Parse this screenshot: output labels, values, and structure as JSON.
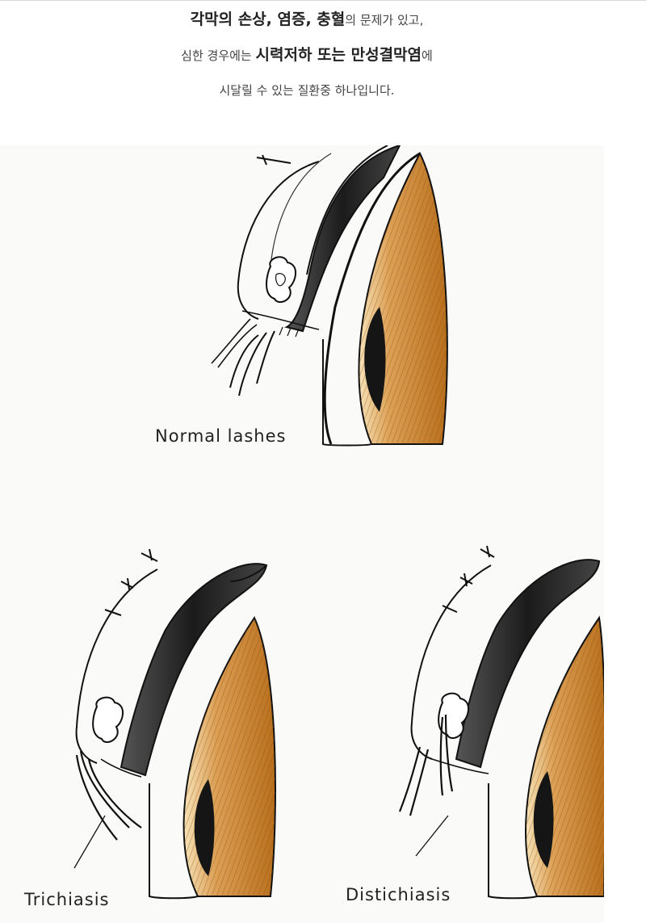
{
  "intro": {
    "line1": [
      {
        "text": "각막의 손상, 염증, 충혈",
        "style": "bold"
      },
      {
        "text": "의 문제가 있고,",
        "style": "normal"
      }
    ],
    "line2": [
      {
        "text": "심한 경우에는 ",
        "style": "normal"
      },
      {
        "text": "시력저하 또는 만성결막염",
        "style": "bold"
      },
      {
        "text": "에",
        "style": "normal"
      }
    ],
    "line3": [
      {
        "text": "시달릴 수 있는 질환중 하나입니다.",
        "style": "normal"
      }
    ]
  },
  "figure": {
    "captions": {
      "normal": "Normal lashes",
      "trichiasis": "Trichiasis",
      "distichiasis": "Distichiasis"
    },
    "colors": {
      "iris": "#d28a2a",
      "iris_light": "#f3d79a",
      "lid_dark": "#2a2a2a",
      "outline": "#111111"
    }
  }
}
